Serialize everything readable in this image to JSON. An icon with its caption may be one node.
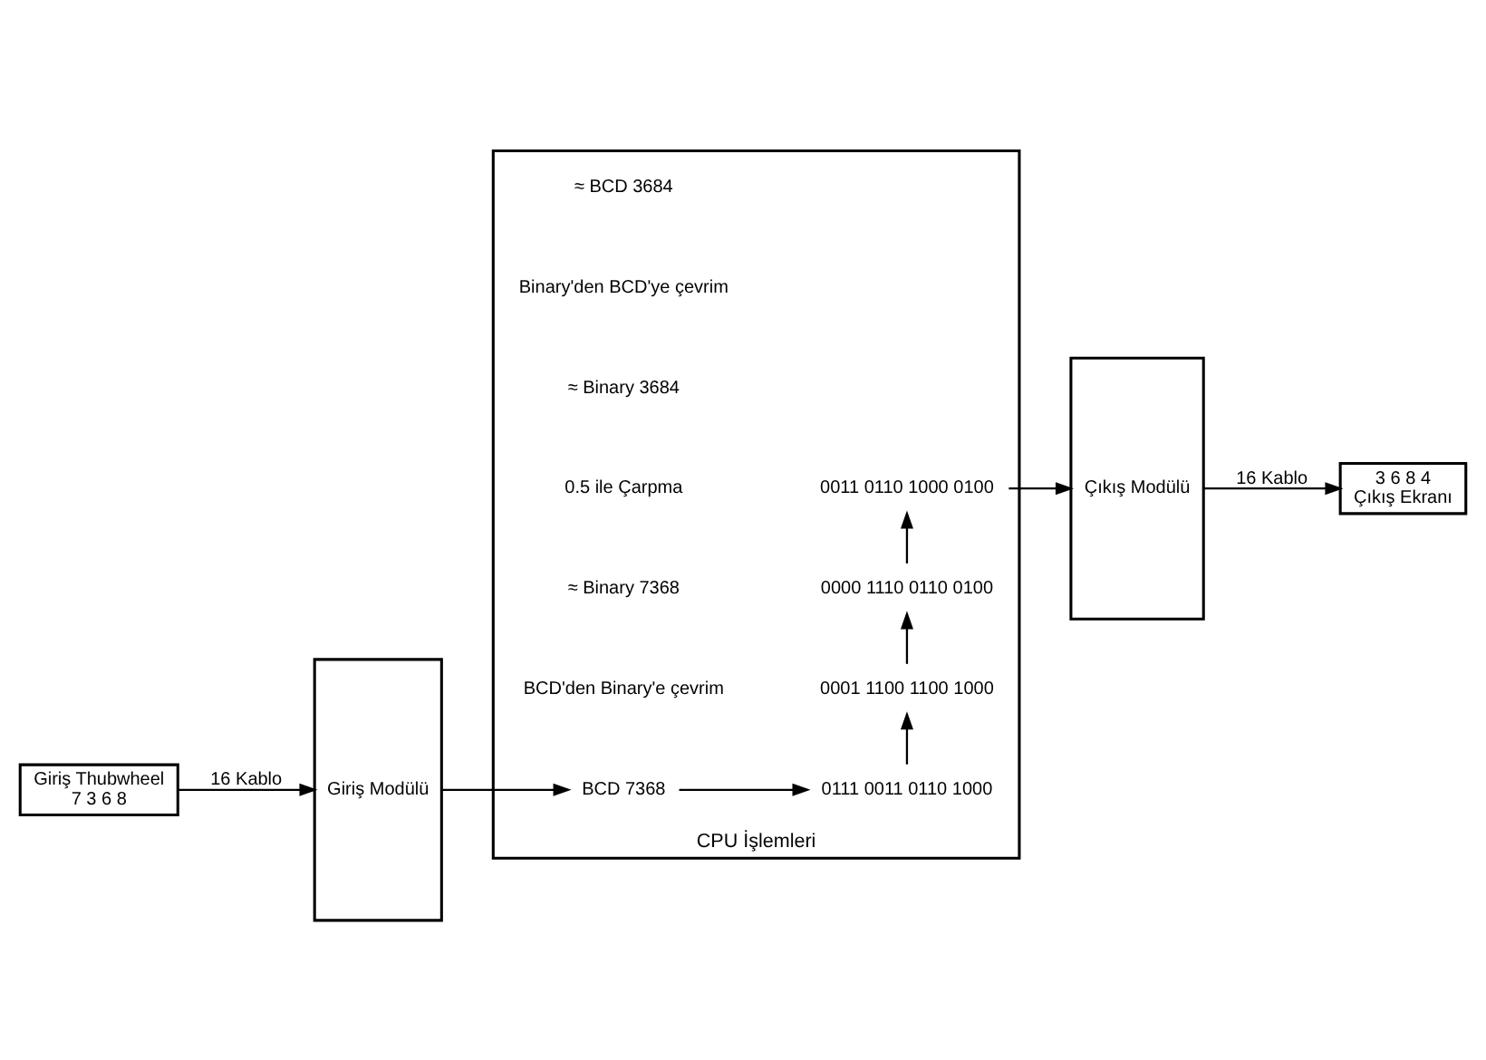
{
  "diagram": {
    "nodes": [
      {
        "text": [
          "Giriş Thubwheel",
          "7 3 6 8"
        ]
      },
      {
        "text": [
          "Giriş Modülü"
        ]
      },
      {
        "text": [
          "CPU İşlemleri"
        ]
      },
      {
        "text": [
          "BCD 7368"
        ],
        "in": 2
      },
      {
        "text": [
          "0111 0011 0110 1000"
        ],
        "in": 2
      },
      {
        "text": [
          "BCD'den Binary'e çevrim"
        ],
        "in": 2
      },
      {
        "text": [
          "≈ Binary 7368"
        ],
        "in": 2
      },
      {
        "text": [
          "0001 1100 1100 1000"
        ],
        "in": 2
      },
      {
        "text": [
          "0.5 ile Çarpma"
        ],
        "in": 2
      },
      {
        "text": [
          "≈ Binary 3684"
        ],
        "in": 2
      },
      {
        "text": [
          "0000 1110 0110 0100"
        ],
        "in": 2
      },
      {
        "text": [
          "Binary'den BCD'ye çevrim"
        ],
        "in": 2
      },
      {
        "text": [
          "≈ BCD 3684"
        ],
        "in": 2
      },
      {
        "text": [
          "0011 0110 1000 0100"
        ],
        "in": 2
      },
      {
        "text": [
          "Çıkış Modülü"
        ]
      },
      {
        "text": [
          "3 6 8 4",
          "Çıkış Ekranı"
        ]
      }
    ],
    "edges": [
      {
        "from": 0,
        "to": 1,
        "arrow": "to",
        "label": "16 Kablo"
      },
      {
        "from": 1,
        "to": 3,
        "arrow": "to"
      },
      {
        "from": 3,
        "to": 4,
        "arrow": "to"
      },
      {
        "from": 4,
        "to": 7,
        "arrow": "to"
      },
      {
        "from": 7,
        "to": 10,
        "arrow": "to"
      },
      {
        "from": 10,
        "to": 13,
        "arrow": "to"
      },
      {
        "from": 13,
        "to": 14,
        "arrow": "to"
      },
      {
        "from": 14,
        "to": 15,
        "arrow": "to",
        "label": "16 Kablo"
      }
    ]
  }
}
